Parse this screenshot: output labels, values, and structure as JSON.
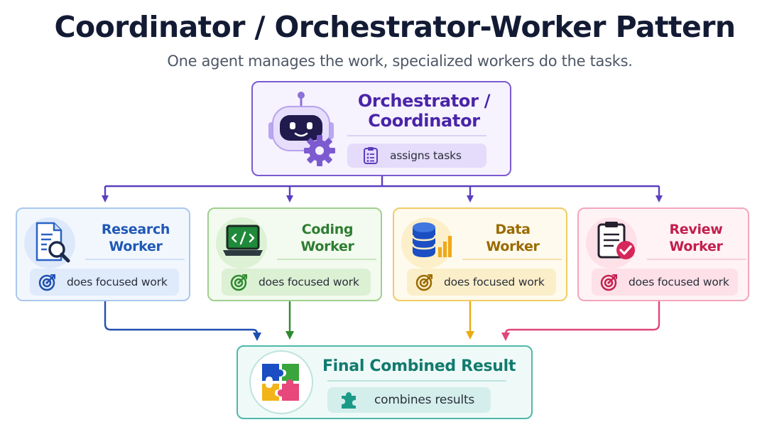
{
  "header": {
    "title": "Coordinator / Orchestrator-Worker Pattern",
    "subtitle": "One agent manages the work, specialized workers do the tasks."
  },
  "orchestrator": {
    "name_line1": "Orchestrator /",
    "name_line2": "Coordinator",
    "task": "assigns tasks",
    "icon": "robot-gear-icon",
    "color": "#7c5bd1"
  },
  "workers": [
    {
      "name_line1": "Research",
      "name_line2": "Worker",
      "task": "does focused work",
      "icon": "document-search-icon",
      "color": "#1f58b7"
    },
    {
      "name_line1": "Coding",
      "name_line2": "Worker",
      "task": "does focused work",
      "icon": "laptop-code-icon",
      "color": "#2e7d32"
    },
    {
      "name_line1": "Data",
      "name_line2": "Worker",
      "task": "does focused work",
      "icon": "database-chart-icon",
      "color": "#e2a400"
    },
    {
      "name_line1": "Review",
      "name_line2": "Worker",
      "task": "does focused work",
      "icon": "clipboard-check-icon",
      "color": "#d63a64"
    }
  ],
  "result": {
    "name": "Final Combined Result",
    "task": "combines results",
    "icon": "puzzle-icon",
    "color": "#1e9e8e"
  }
}
